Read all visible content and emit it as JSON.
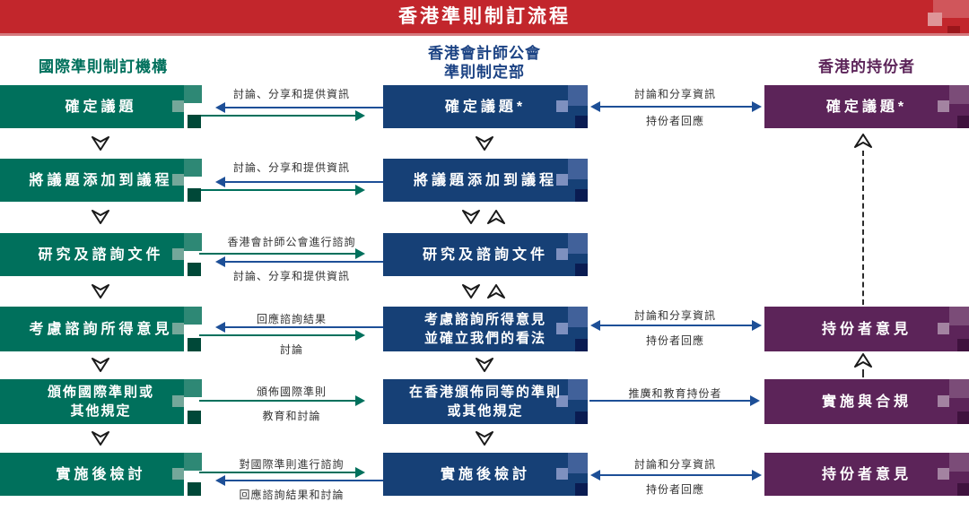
{
  "title": "香港準則制訂流程",
  "col_left": {
    "header": "國際準則制訂機構",
    "boxes": [
      "確定議題",
      "將議題添加到議程",
      "研究及諮詢文件",
      "考慮諮詢所得意見",
      "頒佈國際準則或\n其他規定",
      "實施後檢討"
    ]
  },
  "col_middle": {
    "header": "香港會計師公會\n準則制定部",
    "boxes": [
      "確定議題*",
      "將議題添加到議程",
      "研究及諮詢文件",
      "考慮諮詢所得意見\n並確立我們的看法",
      "在香港頒佈同等的準則\n或其他規定",
      "實施後檢討"
    ]
  },
  "col_right": {
    "header": "香港的持份者",
    "boxes": [
      "確定議題*",
      "持份者意見",
      "實施與合規",
      "持份者意見"
    ]
  },
  "links_left_middle": [
    {
      "top": "討論、分享和提供資訊"
    },
    {
      "top": "討論、分享和提供資訊"
    },
    {
      "top": "香港會計師公會進行諮詢",
      "bottom": "討論、分享和提供資訊"
    },
    {
      "top": "回應諮詢結果",
      "bottom": "討論"
    },
    {
      "top": "頒佈國際準則",
      "bottom": "教育和討論"
    },
    {
      "top": "對國際準則進行諮詢",
      "bottom": "回應諮詢結果和討論"
    }
  ],
  "links_middle_right": [
    {
      "top": "討論和分享資訊",
      "bottom": "持份者回應"
    },
    {
      "top": "討論和分享資訊",
      "bottom": "持份者回應"
    },
    {
      "top": "推廣和教育持份者"
    },
    {
      "top": "討論和分享資訊",
      "bottom": "持份者回應"
    }
  ],
  "colors": {
    "title_bar": "#C2262C",
    "green_box": "#00705C",
    "blue_box": "#164076",
    "purple_box": "#5C2459",
    "arrow_blue": "#1D4F97",
    "arrow_green": "#00705C"
  }
}
